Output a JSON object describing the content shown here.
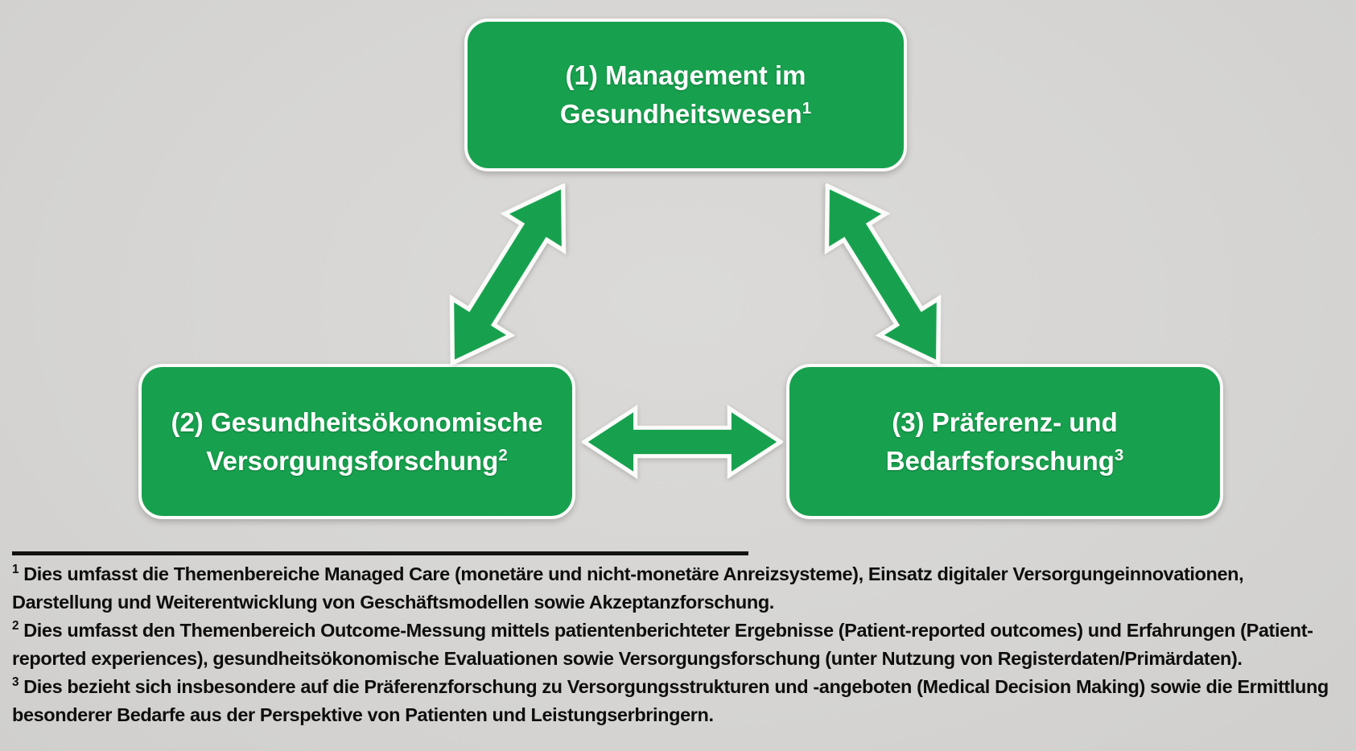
{
  "diagram": {
    "background_color": "#d6d5d3",
    "node_fill_color": "#17a14e",
    "node_border_color": "#fbfbfa",
    "node_text_color": "#ffffff",
    "nodes": [
      {
        "line1": "(1) Management im",
        "line2": "Gesundheitswesen",
        "sup": "1"
      },
      {
        "line1": "(2) Gesundheitsökonomische",
        "line2": "Versorgungsforschung",
        "sup": "2"
      },
      {
        "line1": "(3) Präferenz- und",
        "line2": "Bedarfsforschung",
        "sup": "3"
      }
    ],
    "connectors": [
      {
        "name": "double-arrow-node1-node2"
      },
      {
        "name": "double-arrow-node1-node3"
      },
      {
        "name": "double-arrow-node2-node3"
      }
    ]
  },
  "footnotes": [
    {
      "marker": "1",
      "text": " Dies umfasst die Themenbereiche Managed Care (monetäre und nicht-monetäre Anreizsysteme), Einsatz digitaler Versorgungeinnovationen, Darstellung und Weiterentwicklung von Geschäftsmodellen sowie Akzeptanzforschung."
    },
    {
      "marker": "2",
      "text": " Dies umfasst den Themenbereich Outcome-Messung mittels patientenberichteter Ergebnisse (Patient-reported outcomes) und Erfahrungen (Patient-reported experiences), gesundheitsökonomische Evaluationen sowie Versorgungsforschung (unter Nutzung von Registerdaten/Primärdaten)."
    },
    {
      "marker": "3",
      "text": " Dies bezieht sich insbesondere auf die Präferenzforschung zu Versorgungsstrukturen und -angeboten (Medical Decision Making) sowie die Ermittlung besonderer Bedarfe aus der Perspektive von Patienten und Leistungserbringern."
    }
  ]
}
